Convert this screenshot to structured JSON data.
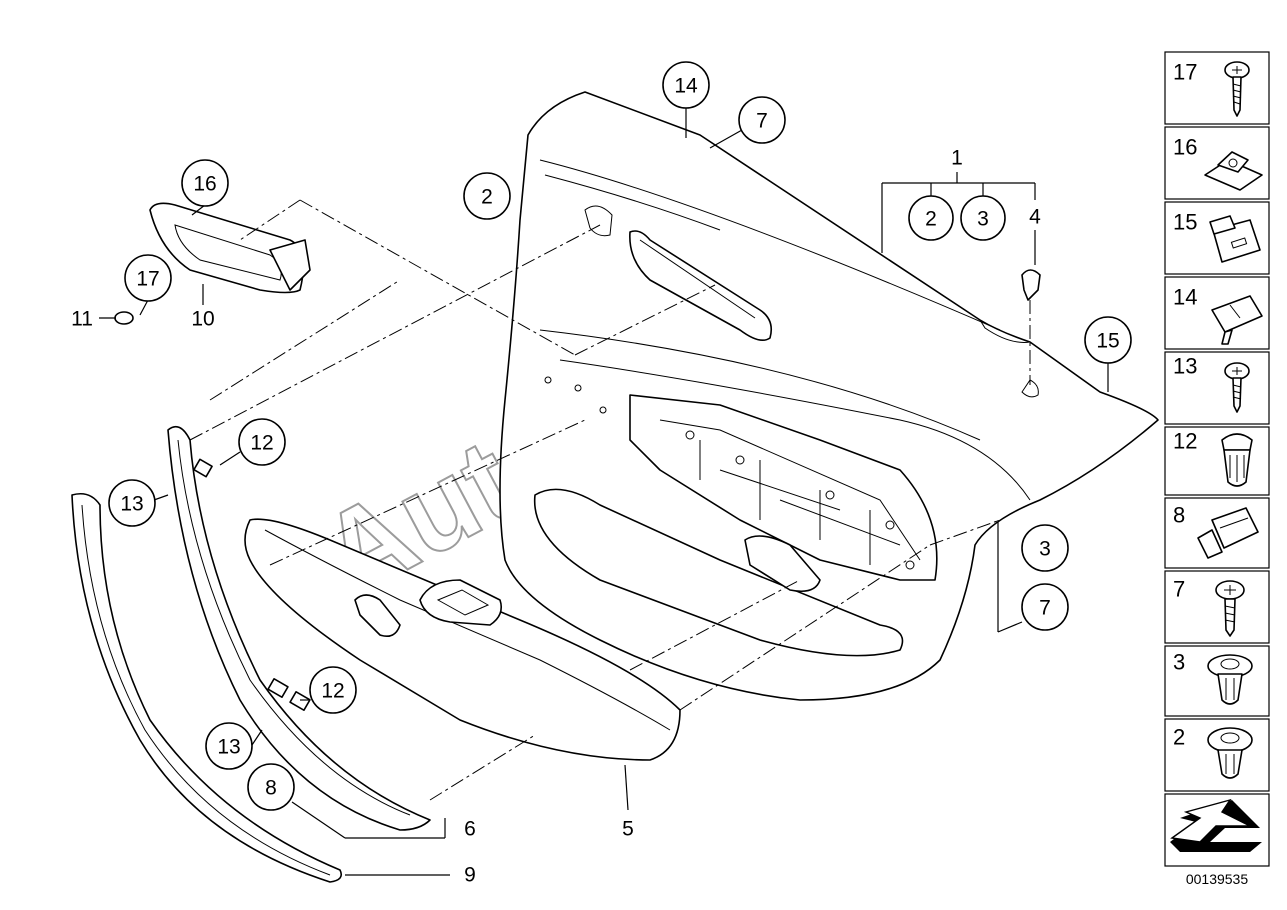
{
  "watermark": "AutoSoft",
  "diagram_id": "00139535",
  "callouts": {
    "c14": "14",
    "c7_top": "7",
    "c1": "1",
    "c2_group": "2",
    "c3_group": "3",
    "c4": "4",
    "c2_left": "2",
    "c16": "16",
    "c17": "17",
    "c11": "11",
    "c10": "10",
    "c15": "15",
    "c12_upper": "12",
    "c13_upper": "13",
    "c3_right": "3",
    "c7_right": "7",
    "c12_lower": "12",
    "c13_lower": "13",
    "c8": "8",
    "c6": "6",
    "c5": "5",
    "c9": "9"
  },
  "legend": [
    {
      "label": "17",
      "icon": "screw-icon"
    },
    {
      "label": "16",
      "icon": "clip-nut-icon"
    },
    {
      "label": "15",
      "icon": "clamp-icon"
    },
    {
      "label": "14",
      "icon": "bracket-clip-icon"
    },
    {
      "label": "13",
      "icon": "screw-icon"
    },
    {
      "label": "12",
      "icon": "expanding-clip-icon"
    },
    {
      "label": "8",
      "icon": "holder-clip-icon"
    },
    {
      "label": "7",
      "icon": "flat-head-screw-icon"
    },
    {
      "label": "3",
      "icon": "push-rivet-icon"
    },
    {
      "label": "2",
      "icon": "push-rivet-icon"
    },
    {
      "label": "",
      "icon": "direction-arrow-icon"
    }
  ]
}
